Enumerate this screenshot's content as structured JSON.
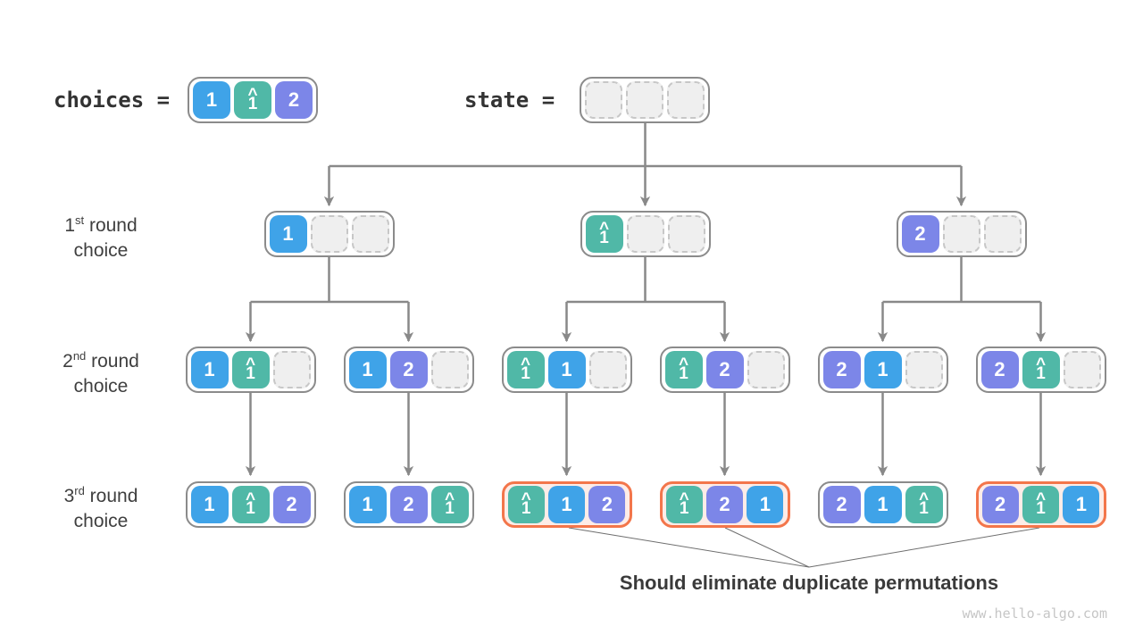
{
  "colors": {
    "cell_blue": "#3fa3e8",
    "cell_teal": "#50b8a7",
    "cell_purple": "#7c86e8",
    "empty_cell_bg": "#efefef",
    "empty_cell_border": "#c7c7c7",
    "node_border": "#8b8b8b",
    "arrow": "#898989",
    "duplicate_border": "#f3764b",
    "duplicate_bg": "#fdece7",
    "thin_line": "#6e6e6e",
    "label_text": "#3f3f3f",
    "code_text": "#333333",
    "watermark_text": "#c6c6c6"
  },
  "header": {
    "choices_label": "choices =",
    "state_label": "state =",
    "choices_cells": [
      "1",
      "1^",
      "2"
    ],
    "state_cells": [
      "",
      "",
      ""
    ]
  },
  "row_labels": [
    {
      "ordinal": "1",
      "suffix": "st",
      "line1_rest": " round",
      "line2": "choice"
    },
    {
      "ordinal": "2",
      "suffix": "nd",
      "line1_rest": " round",
      "line2": "choice"
    },
    {
      "ordinal": "3",
      "suffix": "rd",
      "line1_rest": " round",
      "line2": "choice"
    }
  ],
  "tree": {
    "round1": [
      {
        "cells": [
          "1",
          "",
          ""
        ]
      },
      {
        "cells": [
          "1^",
          "",
          ""
        ]
      },
      {
        "cells": [
          "2",
          "",
          ""
        ]
      }
    ],
    "round2": [
      {
        "cells": [
          "1",
          "1^",
          ""
        ]
      },
      {
        "cells": [
          "1",
          "2",
          ""
        ]
      },
      {
        "cells": [
          "1^",
          "1",
          ""
        ]
      },
      {
        "cells": [
          "1^",
          "2",
          ""
        ]
      },
      {
        "cells": [
          "2",
          "1",
          ""
        ]
      },
      {
        "cells": [
          "2",
          "1^",
          ""
        ]
      }
    ],
    "round3": [
      {
        "cells": [
          "1",
          "1^",
          "2"
        ]
      },
      {
        "cells": [
          "1",
          "2",
          "1^"
        ]
      },
      {
        "cells": [
          "1^",
          "1",
          "2"
        ],
        "highlighted": true
      },
      {
        "cells": [
          "1^",
          "2",
          "1"
        ],
        "highlighted": true
      },
      {
        "cells": [
          "2",
          "1",
          "1^"
        ]
      },
      {
        "cells": [
          "2",
          "1^",
          "1"
        ],
        "highlighted": true
      }
    ]
  },
  "annotation": {
    "text": "Should eliminate duplicate permutations"
  },
  "watermark": "www.hello-algo.com"
}
